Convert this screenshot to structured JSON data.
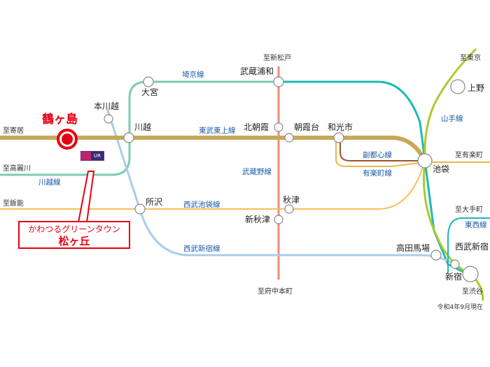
{
  "colors": {
    "tobu_tojo": "#c7a85a",
    "jr_green": "#7ecbb0",
    "saikyo": "#1db9b4",
    "seibu_ikebukuro": "#f5c05a",
    "seibu_shinjuku": "#a9cdeb",
    "musashino": "#f08a7a",
    "fukutoshin": "#a0522d",
    "yurakucho": "#e8b94a",
    "yamanote": "#a8cc2c",
    "highlight": "#e60012",
    "text_blue": "#1a5aa6"
  },
  "highlight_station": "鶴ヶ島",
  "callout": {
    "line1": "かわつるグリーンタウン",
    "line2": "松ヶ丘"
  },
  "ur_logo_text": "UR",
  "stations": {
    "omiya": "大宮",
    "musashi_urawa": "武蔵浦和",
    "honkawagoe": "本川越",
    "kawagoe": "川越",
    "kita_asaka": "北朝霞",
    "asakadai": "朝霞台",
    "wakoshi": "和光市",
    "ikebukuro": "池袋",
    "ueno": "上野",
    "tokorozawa": "所沢",
    "akitsu": "秋津",
    "shin_akitsu": "新秋津",
    "takadanobaba": "高田馬場",
    "seibu_shinjuku": "西武新宿",
    "shinjuku": "新宿"
  },
  "lines": {
    "saikyo": "埼京線",
    "tobu_tojo": "東武東上線",
    "musashino": "武蔵野線",
    "fukutoshin": "副都心線",
    "yurakucho": "有楽町線",
    "yamanote": "山手線",
    "seibu_ikebukuro": "西武池袋線",
    "seibu_shinjuku": "西武新宿線",
    "kawagoe": "川越線",
    "tozai": "東西線"
  },
  "directions": {
    "shin_matsudo": "至新松戸",
    "tokyo": "至東京",
    "yorii": "至寄居",
    "yurakucho": "至有楽町",
    "koma": "至高麗川",
    "hanno": "至飯能",
    "otemachi": "至大手町",
    "shibuya": "至渋谷",
    "fuchu_hommachi": "至府中本町"
  },
  "note": "令和4年9月現在"
}
